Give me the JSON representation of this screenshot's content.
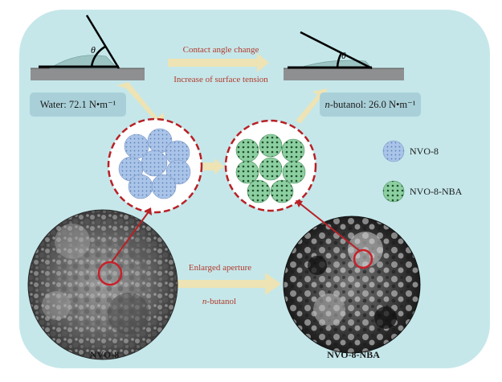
{
  "left_label": {
    "prefix": "Water: ",
    "value": "72.1 N•m⁻¹"
  },
  "right_label": {
    "prefix": "n",
    "mid": "-butanol: ",
    "value": "26.0 N•m⁻¹"
  },
  "top_arrow": {
    "line1": "Contact angle change",
    "line2": "Increase of surface tension"
  },
  "bottom_arrow": {
    "line1": "Enlarged aperture",
    "line2_italic": "n",
    "line2_rest": "-butanol"
  },
  "theta_symbol": "θ",
  "captions": {
    "left": "NVO-8",
    "right": "NVO-8-NBA"
  },
  "legend": [
    {
      "name": "NVO-8",
      "color": "#a9c4e8"
    },
    {
      "name": "NVO-8-NBA",
      "color": "#8ccfa0"
    }
  ],
  "colors": {
    "panel": "#c5e7ea",
    "arrow": "#ede3b4",
    "red": "#b82025",
    "substrate": "#8e8f91"
  }
}
